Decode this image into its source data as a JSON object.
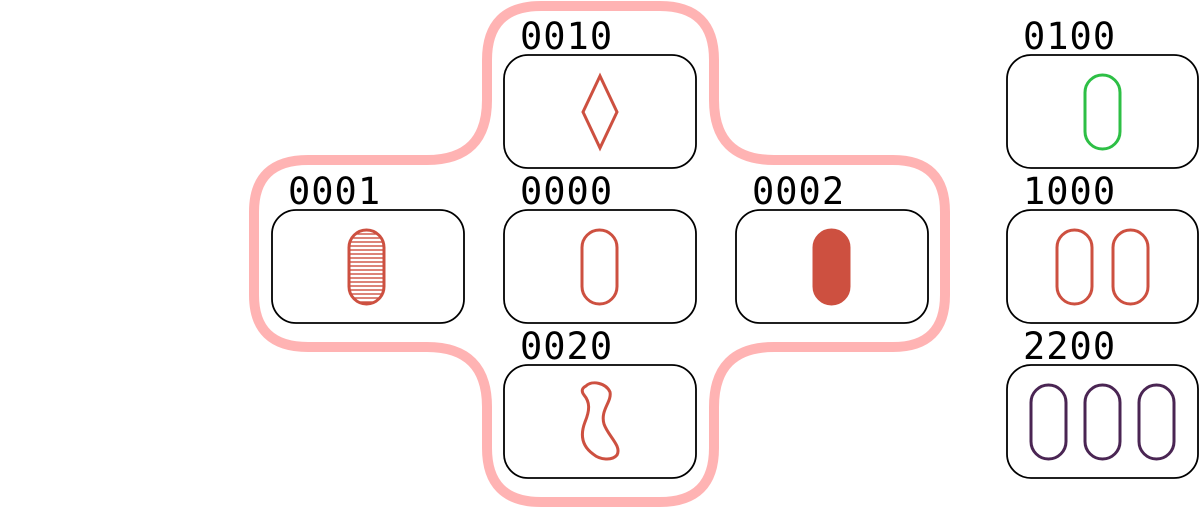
{
  "colors": {
    "highlight_outline": "#ffb3b3",
    "red": "#cd5040",
    "green": "#2dbf45",
    "purple": "#4a2553",
    "card_border": "#000000"
  },
  "cards": {
    "top": {
      "code": "0010",
      "count": 1,
      "shape": "diamond",
      "shading": "open",
      "color": "red"
    },
    "left": {
      "code": "0001",
      "count": 1,
      "shape": "oval",
      "shading": "striped",
      "color": "red"
    },
    "center": {
      "code": "0000",
      "count": 1,
      "shape": "oval",
      "shading": "open",
      "color": "red"
    },
    "right": {
      "code": "0002",
      "count": 1,
      "shape": "oval",
      "shading": "solid",
      "color": "red"
    },
    "bottom": {
      "code": "0020",
      "count": 1,
      "shape": "squiggle",
      "shading": "open",
      "color": "red"
    },
    "side_top": {
      "code": "0100",
      "count": 1,
      "shape": "oval",
      "shading": "open",
      "color": "green"
    },
    "side_middle": {
      "code": "1000",
      "count": 2,
      "shape": "oval",
      "shading": "open",
      "color": "red"
    },
    "side_bottom": {
      "code": "2200",
      "count": 3,
      "shape": "oval",
      "shading": "open",
      "color": "purple"
    }
  }
}
